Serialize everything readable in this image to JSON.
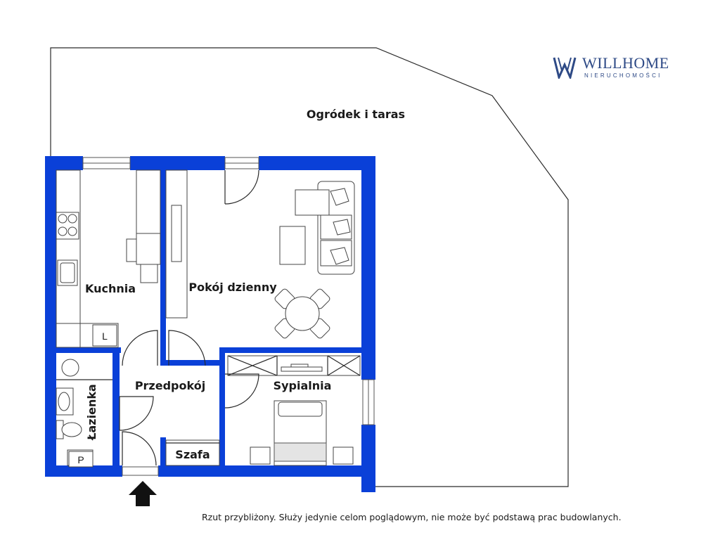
{
  "brand": {
    "name": "WILLHOME",
    "subtitle": "NIERUCHOMOŚCI"
  },
  "rooms": {
    "garden": "Ogródek i taras",
    "kitchen": "Kuchnia",
    "living_room": "Pokój dzienny",
    "hallway": "Przedpokój",
    "bedroom": "Sypialnia",
    "bathroom": "Łazienka",
    "wardrobe": "Szafa"
  },
  "markers": {
    "kitchen_box": "L",
    "bathroom_box": "P"
  },
  "disclaimer": "Rzut przybliżony. Służy jedynie celom poglądowym, nie może być podstawą prac budowlanych.",
  "colors": {
    "wall": "#0a40d8",
    "brand": "#2e4a86"
  },
  "icons": {
    "entrance": "entrance-arrow-icon",
    "logo": "willhome-logo-icon"
  }
}
